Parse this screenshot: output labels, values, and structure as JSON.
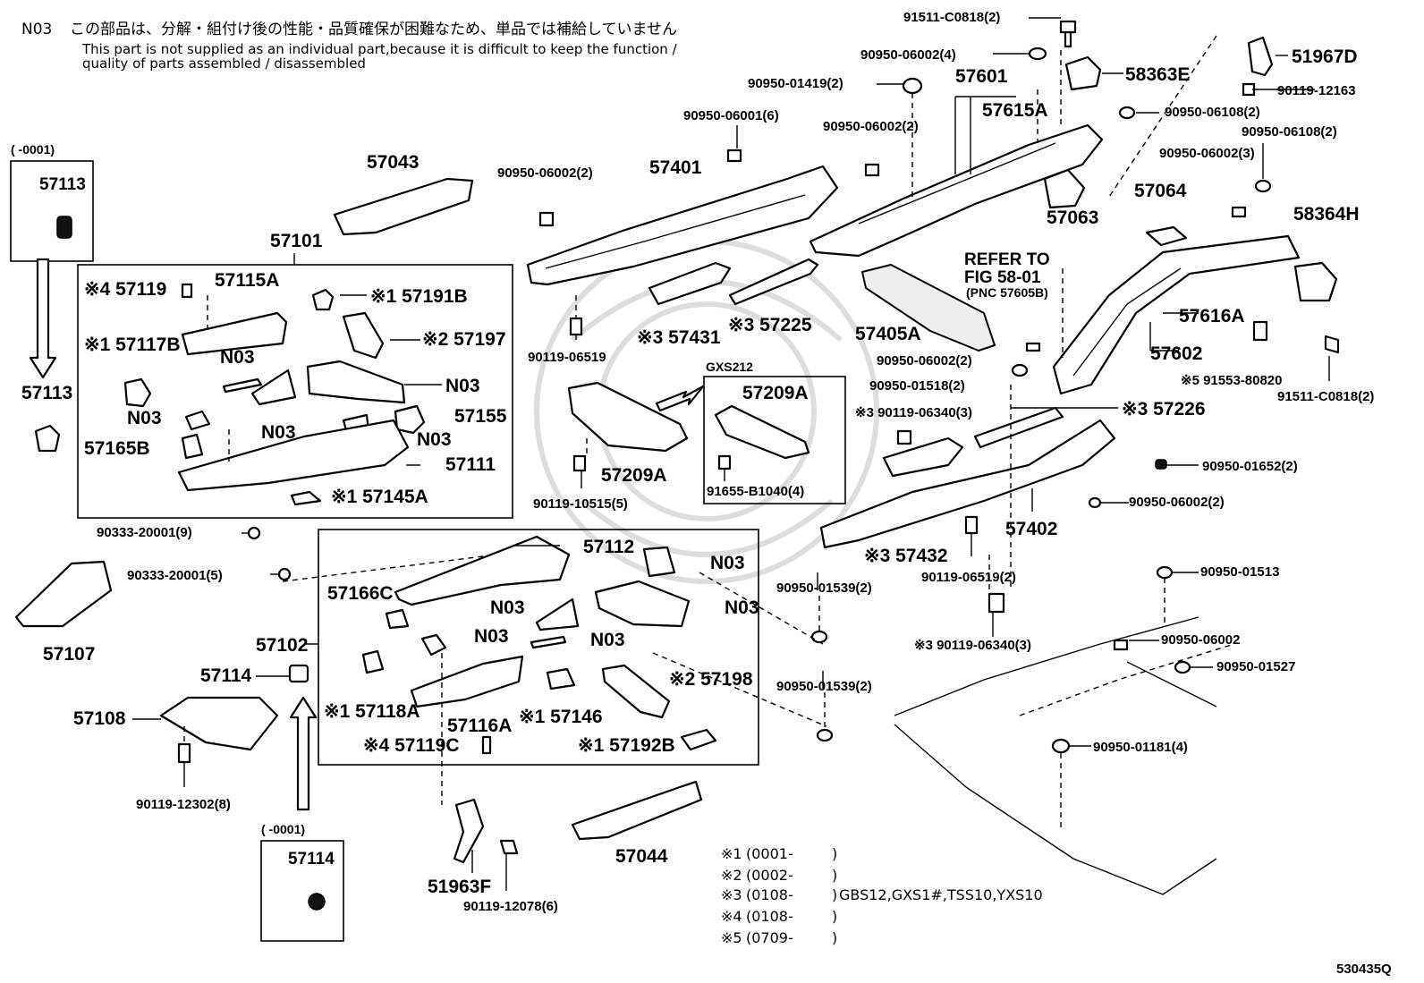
{
  "note": {
    "code": "N03",
    "jp": "この部品は、分解・組付け後の性能・品質確保が困難なため、単品では補給していません",
    "en1": "This part is not supplied as an individual part,because it is difficult to keep the function /",
    "en2": "quality of parts assembled / disassembled"
  },
  "gxs_box_label": "GXS212",
  "refer": {
    "l1": "REFER TO",
    "l2": "FIG 58-01",
    "l3": "(PNC 57605B)"
  },
  "inset_top": {
    "range": "(    -0001)",
    "part": "57113"
  },
  "inset_bottom": {
    "range": "(    -0001)",
    "part": "57114"
  },
  "legend": [
    {
      "mark": "※1",
      "range": "(0001-",
      "end": ")",
      "models": ""
    },
    {
      "mark": "※2",
      "range": "(0002-",
      "end": ")",
      "models": ""
    },
    {
      "mark": "※3",
      "range": "(0108-",
      "end": ")",
      "models": "GBS12,GXS1#,TSS10,YXS10"
    },
    {
      "mark": "※4",
      "range": "(0108-",
      "end": ")",
      "models": ""
    },
    {
      "mark": "※5",
      "range": "(0709-",
      "end": ")",
      "models": ""
    }
  ],
  "figure_id": "530435Q",
  "labels": {
    "l01": "91511-C0818(2)",
    "l02": "90950-06002(4)",
    "l03": "51967D",
    "l04": "58363E",
    "l05": "90950-01419(2)",
    "l06": "57601",
    "l07": "90119-12163",
    "l08": "57615A",
    "l09": "90950-06108(2)",
    "l10": "90950-06001(6)",
    "l11": "90950-06002(2)",
    "l12": "90950-06108(2)",
    "l13": "57043",
    "l14": "90950-06002(2)",
    "l15": "57401",
    "l16": "90950-06002(3)",
    "l17": "57101",
    "l18": "57063",
    "l19": "57064",
    "l20": "58364H",
    "l21": "57113",
    "l22": "※4 57119",
    "l23": "57115A",
    "l24": "※1 57191B",
    "l25": "※1 57117B",
    "l26": "※2 57197",
    "l27": "N03",
    "l28": "N03",
    "l29": "57155",
    "l30": "N03",
    "l31": "N03",
    "l32": "N03",
    "l33": "57165B",
    "l34": "57111",
    "l35": "※1 57145A",
    "l36": "57113",
    "l37": "90119-06519",
    "l38": "※3 57431",
    "l39": "※3 57225",
    "l40": "57405A",
    "l41": "57616A",
    "l42": "57602",
    "l43": "※5 91553-80820",
    "l44": "90950-06002(2)",
    "l45": "90950-01518(2)",
    "l46": "91511-C0818(2)",
    "l47": "※3 90119-06340(3)",
    "l48": "※3 57226",
    "l49": "57209A",
    "l50": "57209A",
    "l51": "90119-10515(5)",
    "l52": "91655-B1040(4)",
    "l53": "90950-01652(2)",
    "l54": "90950-06002(2)",
    "l55": "57402",
    "l56": "※3 57432",
    "l57": "90119-06519(2)",
    "l58": "90333-20001(9)",
    "l59": "57112",
    "l60": "N03",
    "l61": "90333-20001(5)",
    "l62": "57166C",
    "l63": "N03",
    "l64": "N03",
    "l65": "N03",
    "l66": "N03",
    "l67": "90950-01539(2)",
    "l68": "90950-01513",
    "l69": "57107",
    "l70": "57102",
    "l71": "57114",
    "l72": "※3 90119-06340(3)",
    "l73": "90950-06002",
    "l74": "90950-01527",
    "l75": "57108",
    "l76": "※1 57118A",
    "l77": "57116A",
    "l78": "※1 57146",
    "l79": "※2 57198",
    "l80": "90950-01539(2)",
    "l81": "※4 57119C",
    "l82": "※1 57192B",
    "l83": "90950-01181(4)",
    "l84": "90119-12302(8)",
    "l85": "57044",
    "l86": "51963F",
    "l87": "90119-12078(6)"
  }
}
